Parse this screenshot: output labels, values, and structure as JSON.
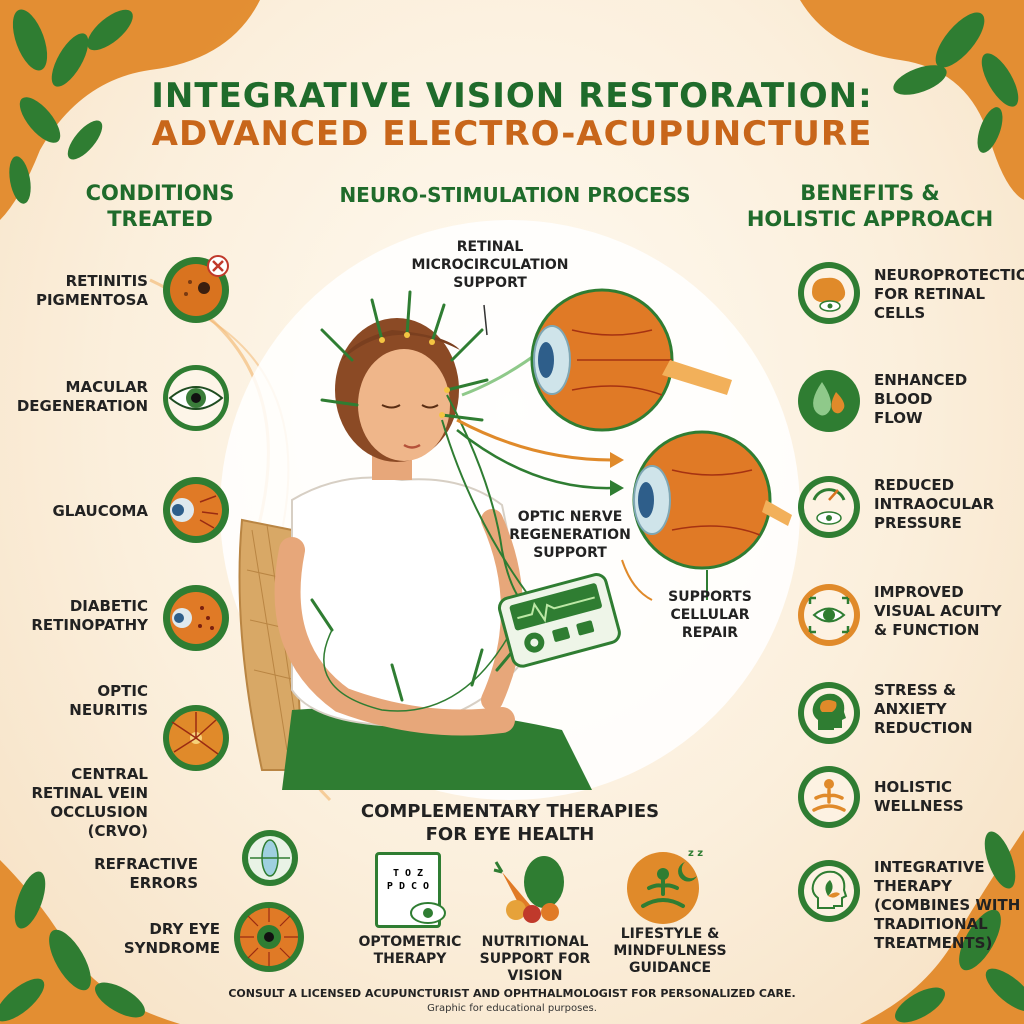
{
  "title": {
    "line1": "INTEGRATIVE VISION RESTORATION:",
    "line2": "ADVANCED ELECTRO-ACUPUNCTURE"
  },
  "columns": {
    "conditions": "CONDITIONS\nTREATED",
    "process": "NEURO-STIMULATION PROCESS",
    "benefits": "BENEFITS &\nHOLISTIC APPROACH"
  },
  "conditions": [
    {
      "label": "RETINITIS\nPIGMENTOSA",
      "icon": "retina-icon"
    },
    {
      "label": "MACULAR\nDEGENERATION",
      "icon": "eye-icon"
    },
    {
      "label": "GLAUCOMA",
      "icon": "eyeball-icon"
    },
    {
      "label": "DIABETIC\nRETINOPATHY",
      "icon": "retina-spots-icon"
    },
    {
      "label": "OPTIC\nNEURITIS",
      "icon": "retina-icon"
    },
    {
      "label": "CENTRAL\nRETINAL VEIN\nOCCLUSION\n(CRVO)",
      "icon": ""
    },
    {
      "label": "REFRACTIVE\nERRORS",
      "icon": "lens-icon"
    },
    {
      "label": "DRY EYE\nSYNDROME",
      "icon": "dry-eye-icon"
    }
  ],
  "process": {
    "retinal_support": "RETINAL\nMICROCIRCULATION\nSUPPORT",
    "optic_support": "OPTIC NERVE\nREGENERATION\nSUPPORT",
    "cellular_repair": "SUPPORTS\nCELLULAR\nREPAIR"
  },
  "benefits": [
    {
      "label": "NEUROPROTECTION\nFOR RETINAL\nCELLS",
      "icon": "brain-eye-icon"
    },
    {
      "label": "ENHANCED\nBLOOD\nFLOW",
      "icon": "drop-icon"
    },
    {
      "label": "REDUCED\nINTRAOCULAR\nPRESSURE",
      "icon": "gauge-icon"
    },
    {
      "label": "IMPROVED\nVISUAL ACUITY\n& FUNCTION",
      "icon": "eye-focus-icon"
    },
    {
      "label": "STRESS &\nANXIETY\nREDUCTION",
      "icon": "head-brain-icon"
    },
    {
      "label": "HOLISTIC\nWELLNESS",
      "icon": "meditation-icon"
    },
    {
      "label": "INTEGRATIVE\nTHERAPY\n(COMBINES WITH\nTRADITIONAL\nTREATMENTS)",
      "icon": "head-leaf-icon"
    }
  ],
  "complementary": {
    "title": "COMPLEMENTARY THERAPIES\nFOR EYE HEALTH",
    "items": [
      {
        "label": "OPTOMETRIC\nTHERAPY",
        "icon": "eye-chart-icon",
        "chart": "T O Z\nP D C O"
      },
      {
        "label": "NUTRITIONAL\nSUPPORT FOR\nVISION",
        "icon": "vegetables-icon"
      },
      {
        "label": "LIFESTYLE &\nMINDFULNESS\nGUIDANCE",
        "icon": "meditation-moon-icon",
        "sleep": "z z"
      }
    ]
  },
  "footer": {
    "line1": "CONSULT A LICENSED ACUPUNCTURIST AND OPHTHALMOLOGIST FOR PERSONALIZED CARE.",
    "line2": "Graphic for educational purposes."
  },
  "colors": {
    "green": "#1f6b2b",
    "orange": "#d9731f",
    "cream": "#fbf1e2"
  }
}
